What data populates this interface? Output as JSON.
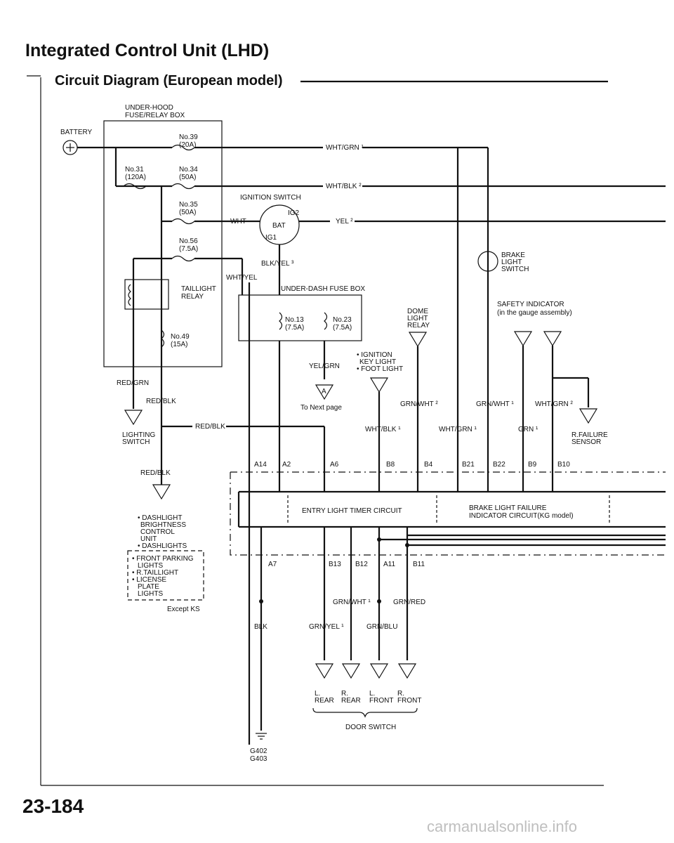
{
  "title": "Integrated Control Unit (LHD)",
  "subtitle": "Circuit Diagram (European model)",
  "page_number": "23-184",
  "watermark": "carmanualsonline.info",
  "labels": {
    "battery": "BATTERY",
    "underhood_box": [
      "UNDER-HOOD",
      "FUSE/RELAY BOX"
    ],
    "fuse39": [
      "No.39",
      "(20A)"
    ],
    "fuse31": [
      "No.31",
      "(120A)"
    ],
    "fuse34": [
      "No.34",
      "(50A)"
    ],
    "fuse35": [
      "No.35",
      "(50A)"
    ],
    "fuse56": [
      "No.56",
      "(7.5A)"
    ],
    "fuse49": [
      "No.49",
      "(15A)"
    ],
    "taillight_relay": [
      "TAILLIGHT",
      "RELAY"
    ],
    "ignition_switch": "IGNITION SWITCH",
    "ig2": "IG2",
    "bat": "BAT",
    "ig1": "IG1",
    "wht": "WHT",
    "yel2": "YEL ²",
    "wht_grn1": "WHT/GRN ¹",
    "wht_blk2": "WHT/BLK ²",
    "blk_yel3": "BLK/YEL ³",
    "wht_yel": "WHT/YEL",
    "underdash_box": "UNDER-DASH FUSE BOX",
    "fuse13": [
      "No.13",
      "(7.5A)"
    ],
    "fuse23": [
      "No.23",
      "(7.5A)"
    ],
    "yel_grn": "YEL/GRN",
    "connector_a": "A",
    "to_next_page": "To Next page",
    "ignition_key_light": [
      "• IGNITION",
      "KEY LIGHT",
      "• FOOT LIGHT"
    ],
    "dome_light_relay": [
      "DOME",
      "LIGHT",
      "RELAY"
    ],
    "brake_light_switch": [
      "BRAKE",
      "LIGHT",
      "SWITCH"
    ],
    "safety_indicator": [
      "SAFETY INDICATOR",
      "(in the gauge assembly)"
    ],
    "red_grn": "RED/GRN",
    "red_blk": "RED/BLK",
    "lighting_switch": [
      "LIGHTING",
      "SWITCH"
    ],
    "grn_wht2": "GRN/WHT ²",
    "grn_wht1": "GRN/WHT ¹",
    "wht_grn2": "WHT/GRN ²",
    "wht_blk1": "WHT/BLK ¹",
    "wht_grn1_b": "WHT/GRN ¹",
    "grn1": "GRN ¹",
    "r_failure_sensor": [
      "R.FAILURE",
      "SENSOR"
    ],
    "pins_top": [
      "A14",
      "A2",
      "A6",
      "B8",
      "B4",
      "B21",
      "B22",
      "B9",
      "B10"
    ],
    "entry_timer": "ENTRY LIGHT TIMER CIRCUIT",
    "brake_failure": [
      "BRAKE LIGHT FAILURE",
      "INDICATOR CIRCUIT(KG model)"
    ],
    "dashlight_items": [
      "• DASHLIGHT",
      "BRIGHTNESS",
      "CONTROL",
      "UNIT",
      "• DASHLIGHTS"
    ],
    "dashed_items": [
      "• FRONT PARKING",
      "LIGHTS",
      "• R.TAILLIGHT",
      "• LICENSE",
      "PLATE",
      "LIGHTS"
    ],
    "except_ks": "Except KS",
    "pins_bottom": [
      "A7",
      "B13",
      "B12",
      "A11",
      "B11"
    ],
    "grn_wht1_c": "GRN/WHT ¹",
    "grn_red": "GRN/RED",
    "blk": "BLK",
    "grn_yel1": "GRN/YEL ¹",
    "grn_blu": "GRN/BLU",
    "door_positions": [
      [
        "L.",
        "REAR"
      ],
      [
        "R.",
        "REAR"
      ],
      [
        "L.",
        "FRONT"
      ],
      [
        "R.",
        "FRONT"
      ]
    ],
    "door_switch": "DOOR SWITCH",
    "ground": [
      "G402",
      "G403"
    ]
  }
}
